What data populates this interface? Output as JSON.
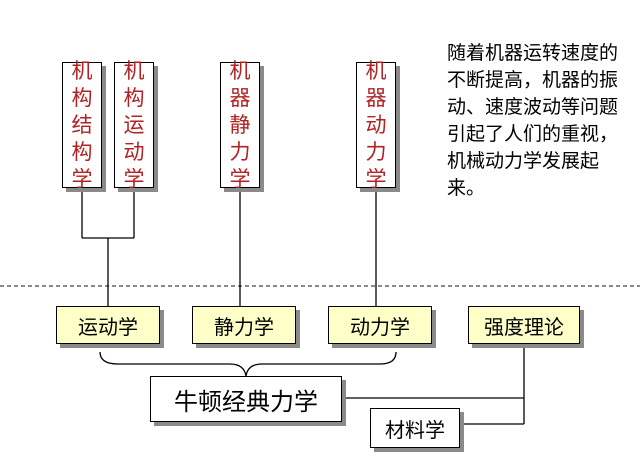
{
  "top_boxes": [
    {
      "label": "机构结构学"
    },
    {
      "label": "机构运动学"
    },
    {
      "label": "机器静力学"
    },
    {
      "label": "机器动力学"
    }
  ],
  "mid_boxes": [
    {
      "label": "运动学"
    },
    {
      "label": "静力学"
    },
    {
      "label": "动力学"
    },
    {
      "label": "强度理论"
    }
  ],
  "newton_label": "牛顿经典力学",
  "material_label": "材料学",
  "note_text": "随着机器运转速度的不断提高，机器的振动、速度波动等问题引起了人们的重视，机械动力学发展起来。",
  "colors": {
    "top_text": "#b22222",
    "mid_fill": "#ffffc8",
    "shadow": "#8a8a8a"
  }
}
